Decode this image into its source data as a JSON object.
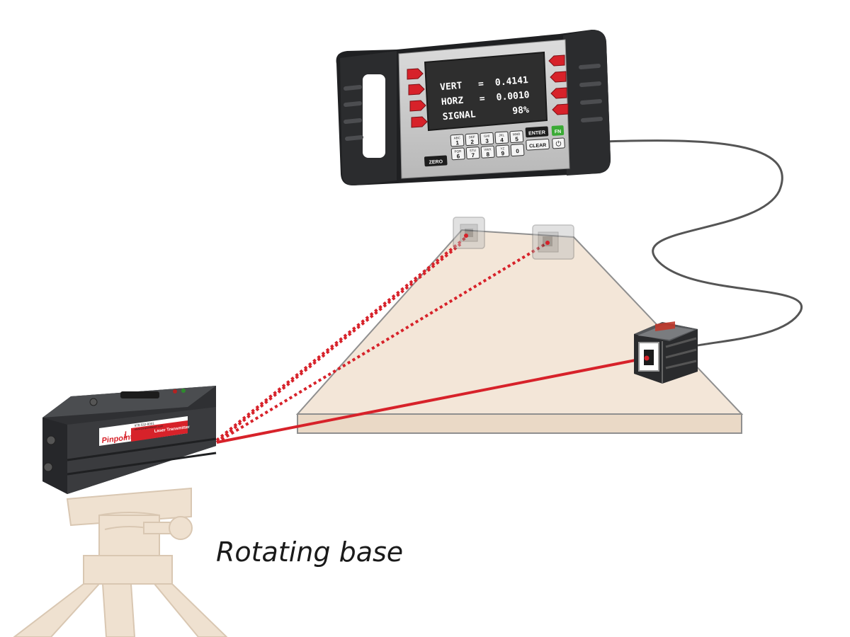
{
  "readout": {
    "vert_label": "VERT",
    "vert_eq": "=",
    "vert_value": "0.4141",
    "horz_label": "HORZ",
    "horz_eq": "=",
    "horz_value": "0.0010",
    "signal_label": "SIGNAL",
    "signal_value": "98%"
  },
  "keypad": {
    "row1": [
      {
        "letters": "ABC",
        "digit": "1"
      },
      {
        "letters": "DEF",
        "digit": "2"
      },
      {
        "letters": "GHI",
        "digit": "3"
      },
      {
        "letters": "JKL",
        "digit": "4"
      },
      {
        "letters": "MNO",
        "digit": "5"
      }
    ],
    "row2": [
      {
        "letters": "PQR",
        "digit": "6"
      },
      {
        "letters": "STU",
        "digit": "7"
      },
      {
        "letters": "VWX",
        "digit": "8"
      },
      {
        "letters": "YZ",
        "digit": "9"
      },
      {
        "letters": "",
        "digit": "0"
      }
    ],
    "enter_label": "ENTER",
    "fn_label": "FN",
    "clear_label": "CLEAR",
    "zero_label": "ZERO",
    "power_symbol": "⏻"
  },
  "transmitter": {
    "brand": "Pinpoint",
    "brand_mark": "/",
    "phone": "978-532-8001",
    "web": "www.pinpointlaser.com",
    "product_label": "Laser Transmitter"
  },
  "caption": "Rotating base",
  "colors": {
    "laser": "#d7222a",
    "table": "#f3e6d8",
    "table_edge": "#8f8f8f",
    "tripod": "#efe1d0",
    "body_dark": "#2a2b2d",
    "panel": "#c9c9c9",
    "screen": "#2e2e2e",
    "screen_text": "#ffffff",
    "fn_green": "#3aaa35"
  }
}
